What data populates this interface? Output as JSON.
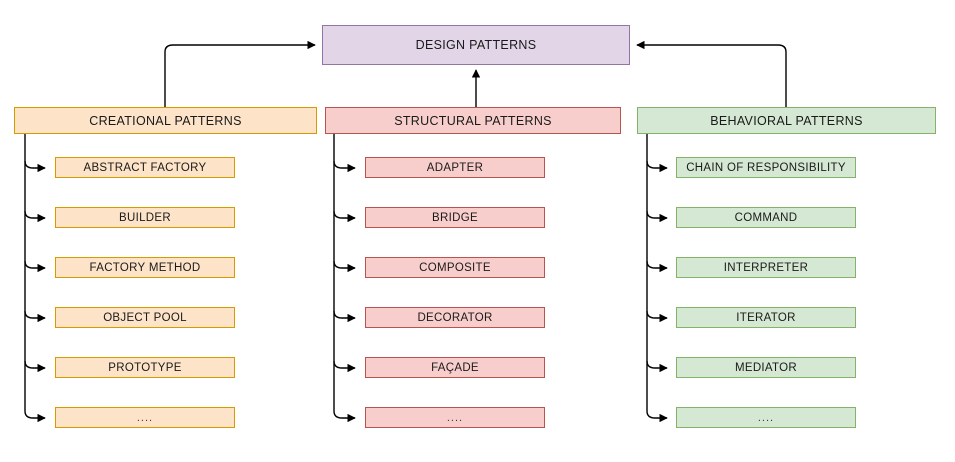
{
  "diagram": {
    "title": "DESIGN PATTERNS",
    "accents": {
      "root_fill": "#e1d5e7",
      "root_stroke": "#9673a6",
      "creational_fill": "#fde3c8",
      "creational_stroke": "#d79b00",
      "structural_fill": "#f8cecc",
      "structural_stroke": "#b85450",
      "behavioral_fill": "#d5e8d4",
      "behavioral_stroke": "#82b366",
      "connector": "#000000"
    },
    "root": {
      "label": "DESIGN PATTERNS"
    },
    "categories": [
      {
        "key": "creational",
        "label": "CREATIONAL PATTERNS",
        "items": [
          {
            "label": "ABSTRACT FACTORY"
          },
          {
            "label": "BUILDER"
          },
          {
            "label": "FACTORY METHOD"
          },
          {
            "label": "OBJECT POOL"
          },
          {
            "label": "PROTOTYPE"
          },
          {
            "label": "...."
          }
        ]
      },
      {
        "key": "structural",
        "label": "STRUCTURAL PATTERNS",
        "items": [
          {
            "label": "ADAPTER"
          },
          {
            "label": "BRIDGE"
          },
          {
            "label": "COMPOSITE"
          },
          {
            "label": "DECORATOR"
          },
          {
            "label": "FAÇADE"
          },
          {
            "label": "...."
          }
        ]
      },
      {
        "key": "behavioral",
        "label": "BEHAVIORAL PATTERNS",
        "items": [
          {
            "label": "CHAIN OF RESPONSIBILITY"
          },
          {
            "label": "COMMAND"
          },
          {
            "label": "INTERPRETER"
          },
          {
            "label": "ITERATOR"
          },
          {
            "label": "MEDIATOR"
          },
          {
            "label": "...."
          }
        ]
      }
    ]
  }
}
